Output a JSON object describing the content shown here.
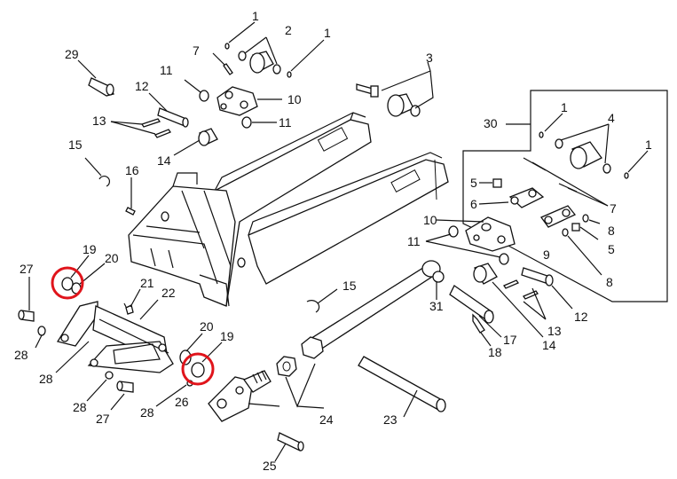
{
  "labels": {
    "n1a": "1",
    "n2": "2",
    "n1b": "1",
    "n29": "29",
    "n7a": "7",
    "n11a": "11",
    "n3": "3",
    "n12a": "12",
    "n10a": "10",
    "n13a": "13",
    "n11b": "11",
    "n30": "30",
    "n1c": "1",
    "n4": "4",
    "n1d": "1",
    "n14a": "14",
    "n15a": "15",
    "n16": "16",
    "n5a": "5",
    "n6": "6",
    "n7b": "7",
    "n10b": "10",
    "n8a": "8",
    "n11c": "11",
    "n5b": "5",
    "n9": "9",
    "n8b": "8",
    "n12b": "12",
    "n13b": "13",
    "n14b": "14",
    "n27a": "27",
    "n19a": "19",
    "n20a": "20",
    "n21": "21",
    "n22": "22",
    "n28a": "28",
    "n28b": "28",
    "n15b": "15",
    "n31": "31",
    "n17": "17",
    "n18": "18",
    "n20b": "20",
    "n19b": "19",
    "n28c": "28",
    "n28d": "28",
    "n27b": "27",
    "n26": "26",
    "n24": "24",
    "n23": "23",
    "n25": "25"
  },
  "highlight_color": "#e0141b",
  "highlighted_parts": [
    "19",
    "19"
  ]
}
